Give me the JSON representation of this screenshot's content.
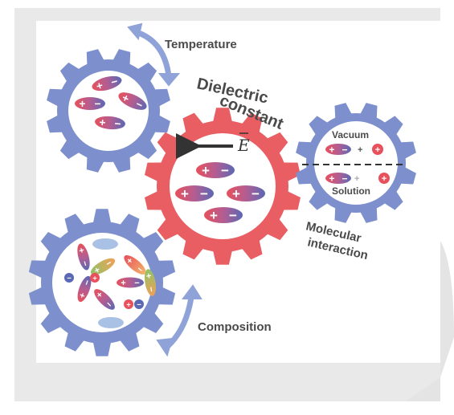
{
  "labels": {
    "temperature": "Temperature",
    "dielectric": "Dielectric",
    "constant": "constant",
    "field": "E",
    "vacuum": "Vacuum",
    "solution": "Solution",
    "molecular": "Molecular",
    "interaction": "interaction",
    "composition": "Composition"
  },
  "symbols": {
    "plus": "+",
    "minus": "−"
  },
  "colors": {
    "gear_blue": "#7d8fcc",
    "gear_red": "#e95e63",
    "arrow_blue": "#8fa3d8",
    "text_dark": "#4a4a4a",
    "frame_gray": "#e9e9e9",
    "dipole_red": "#e8505b",
    "dipole_blue": "#5b68b4",
    "dipole_green": "#9cc06a",
    "dipole_orange": "#f0a055"
  }
}
